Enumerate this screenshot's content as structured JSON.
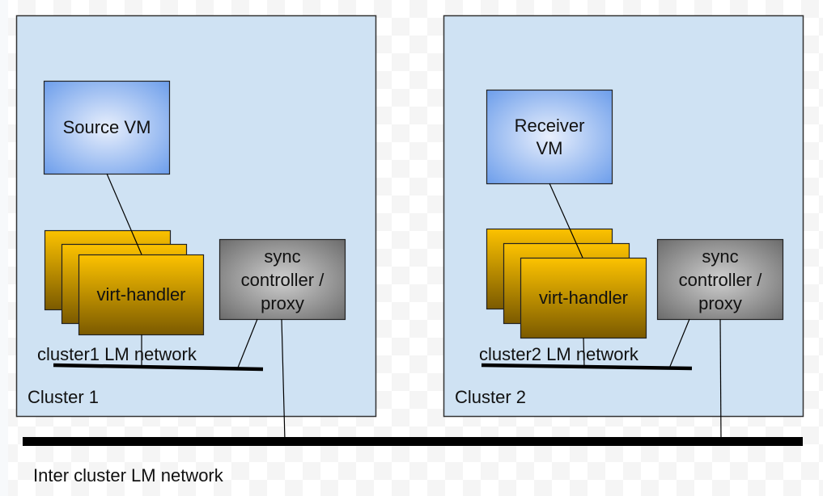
{
  "diagram": {
    "clusters": [
      {
        "label": "Cluster 1",
        "vm_label": "Source VM",
        "handler_label": "virt-handler",
        "handler_stack_count": 3,
        "sync_label_lines": [
          "sync",
          "controller /",
          "proxy"
        ],
        "network_label": "cluster1 LM network"
      },
      {
        "label": "Cluster 2",
        "vm_label_lines": [
          "Receiver",
          "VM"
        ],
        "handler_label": "virt-handler",
        "handler_stack_count": 3,
        "sync_label_lines": [
          "sync",
          "controller /",
          "proxy"
        ],
        "network_label": "cluster2 LM network"
      }
    ],
    "inter_network_label": "Inter cluster LM network",
    "colors": {
      "cluster_fill": "#cfe2f3",
      "vm_fill_center": "#e2ebfb",
      "vm_fill_edge": "#6d9eeb",
      "handler_top": "#fbc200",
      "handler_bottom": "#7a5c00",
      "sync_center": "#cccccc",
      "sync_edge": "#707070",
      "border": "#333333",
      "line": "#000000"
    }
  }
}
